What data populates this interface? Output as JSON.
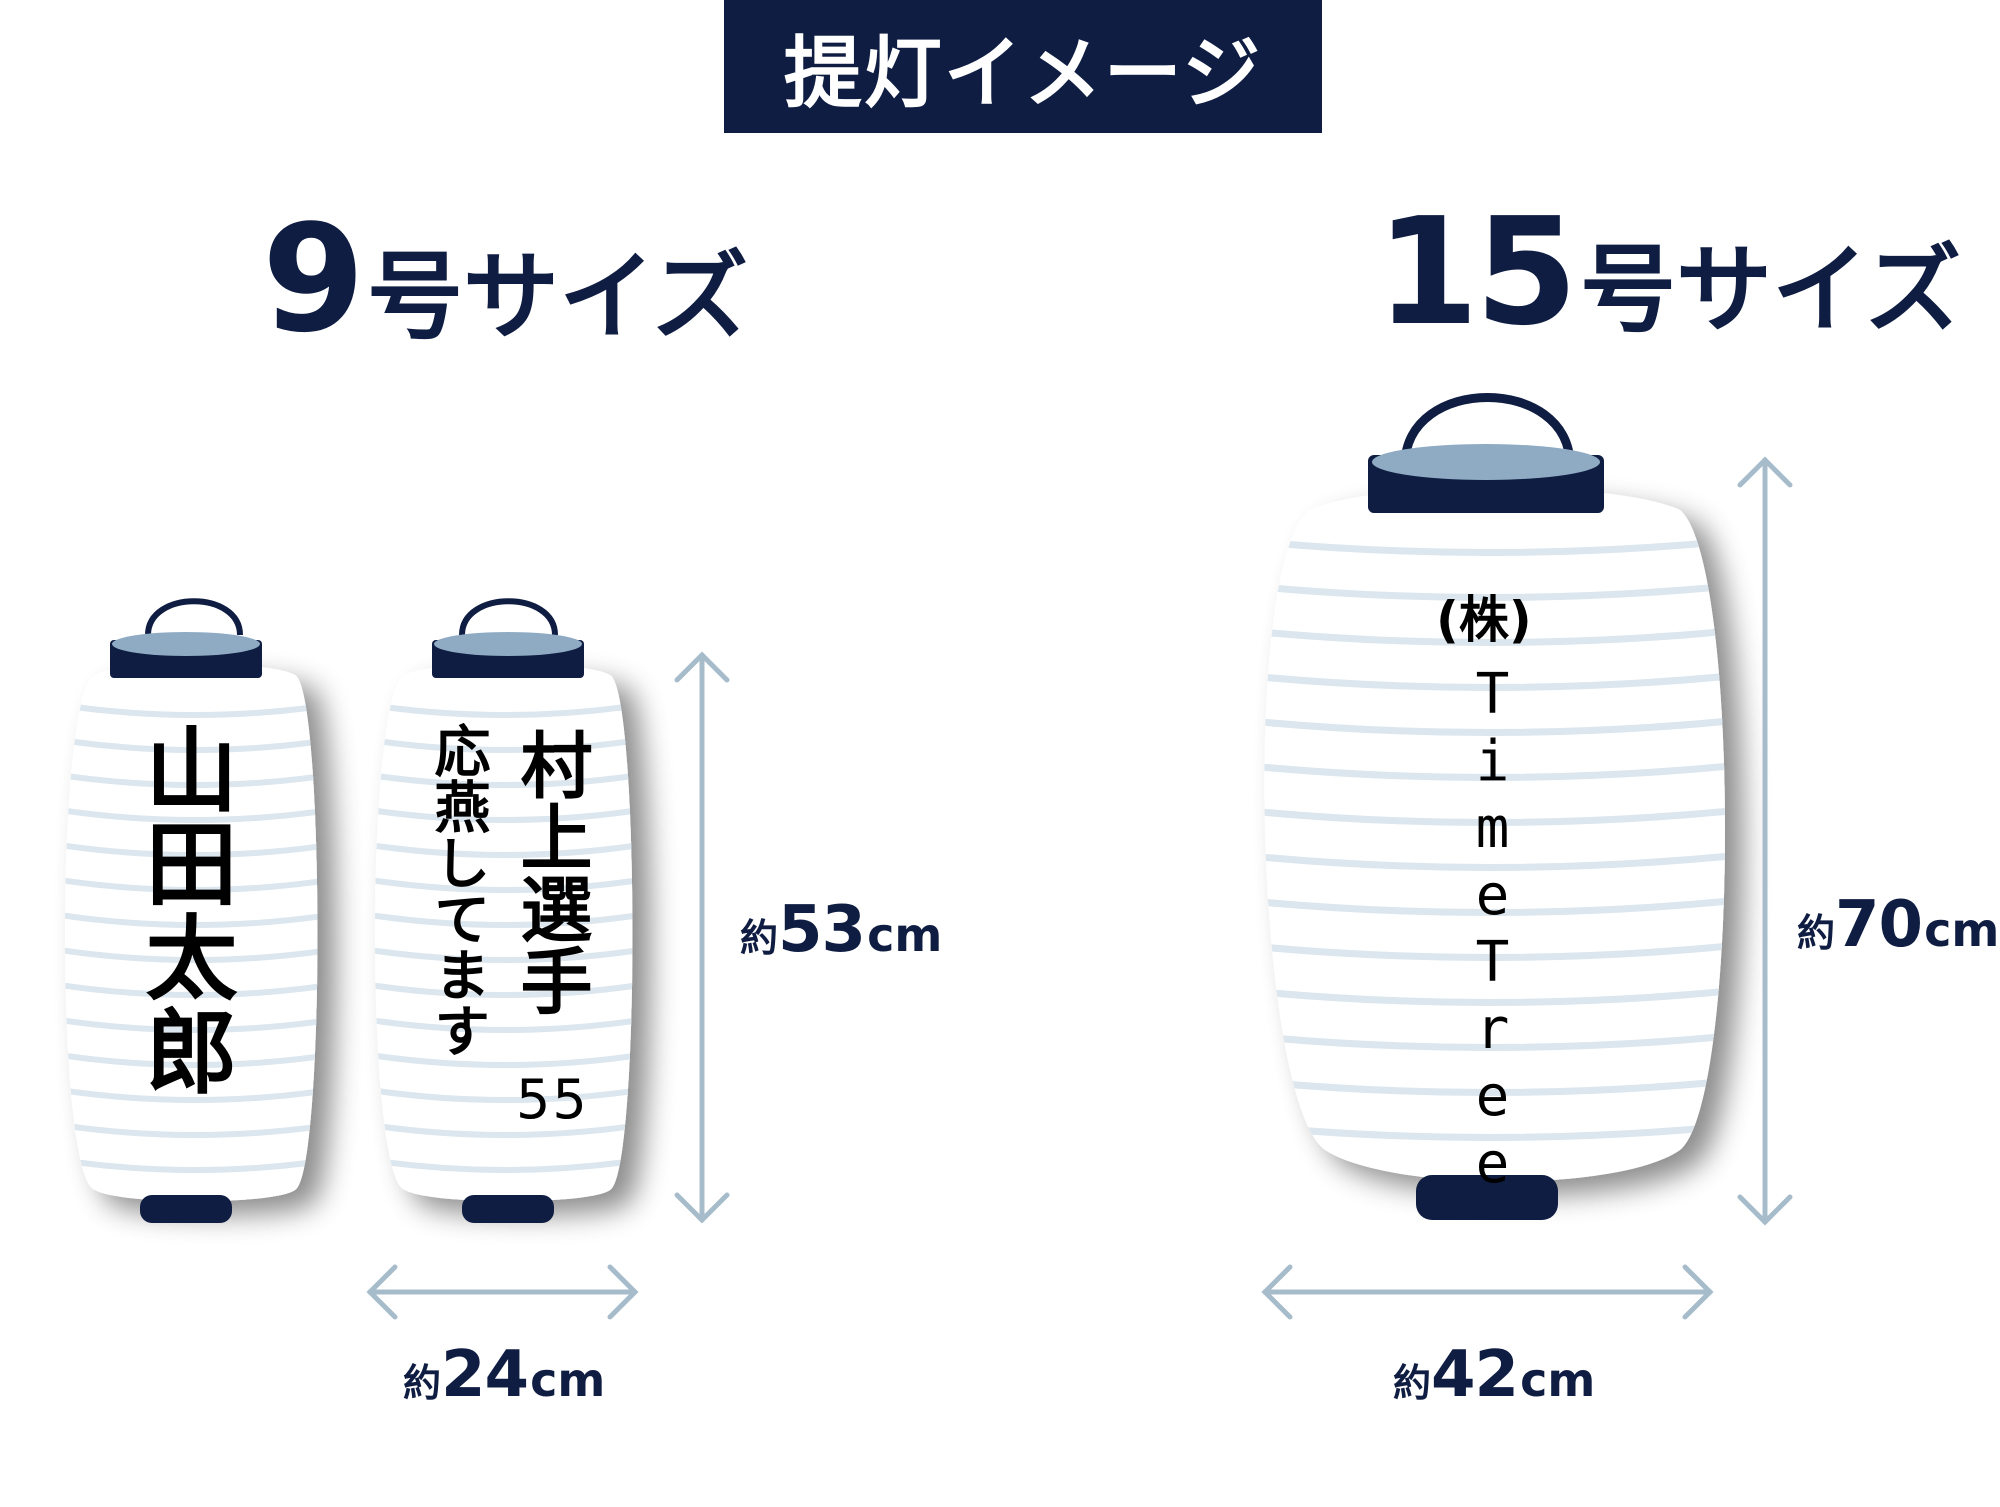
{
  "banner": {
    "title": "提灯イメージ"
  },
  "sizes": [
    {
      "title_number": "9",
      "title_unit": "号サイズ",
      "height_prefix": "約",
      "height_value": "53",
      "height_unit": "cm",
      "width_prefix": "約",
      "width_value": "24",
      "width_unit": "cm",
      "lanterns": [
        {
          "text": "山田太郎"
        },
        {
          "line1": "村上選手",
          "number": "55",
          "line2": "応燕してます"
        }
      ]
    },
    {
      "title_number": "15",
      "title_unit": "号サイズ",
      "height_prefix": "約",
      "height_value": "70",
      "height_unit": "cm",
      "width_prefix": "約",
      "width_value": "42",
      "width_unit": "cm",
      "lanterns": [
        {
          "prefix": "(株)",
          "text": "TimeTree"
        }
      ]
    }
  ],
  "colors": {
    "navy": "#0f1d42",
    "stripe": "#dbe6ee",
    "top_inner": "#8fabc4",
    "arrow": "#a7bccb"
  }
}
